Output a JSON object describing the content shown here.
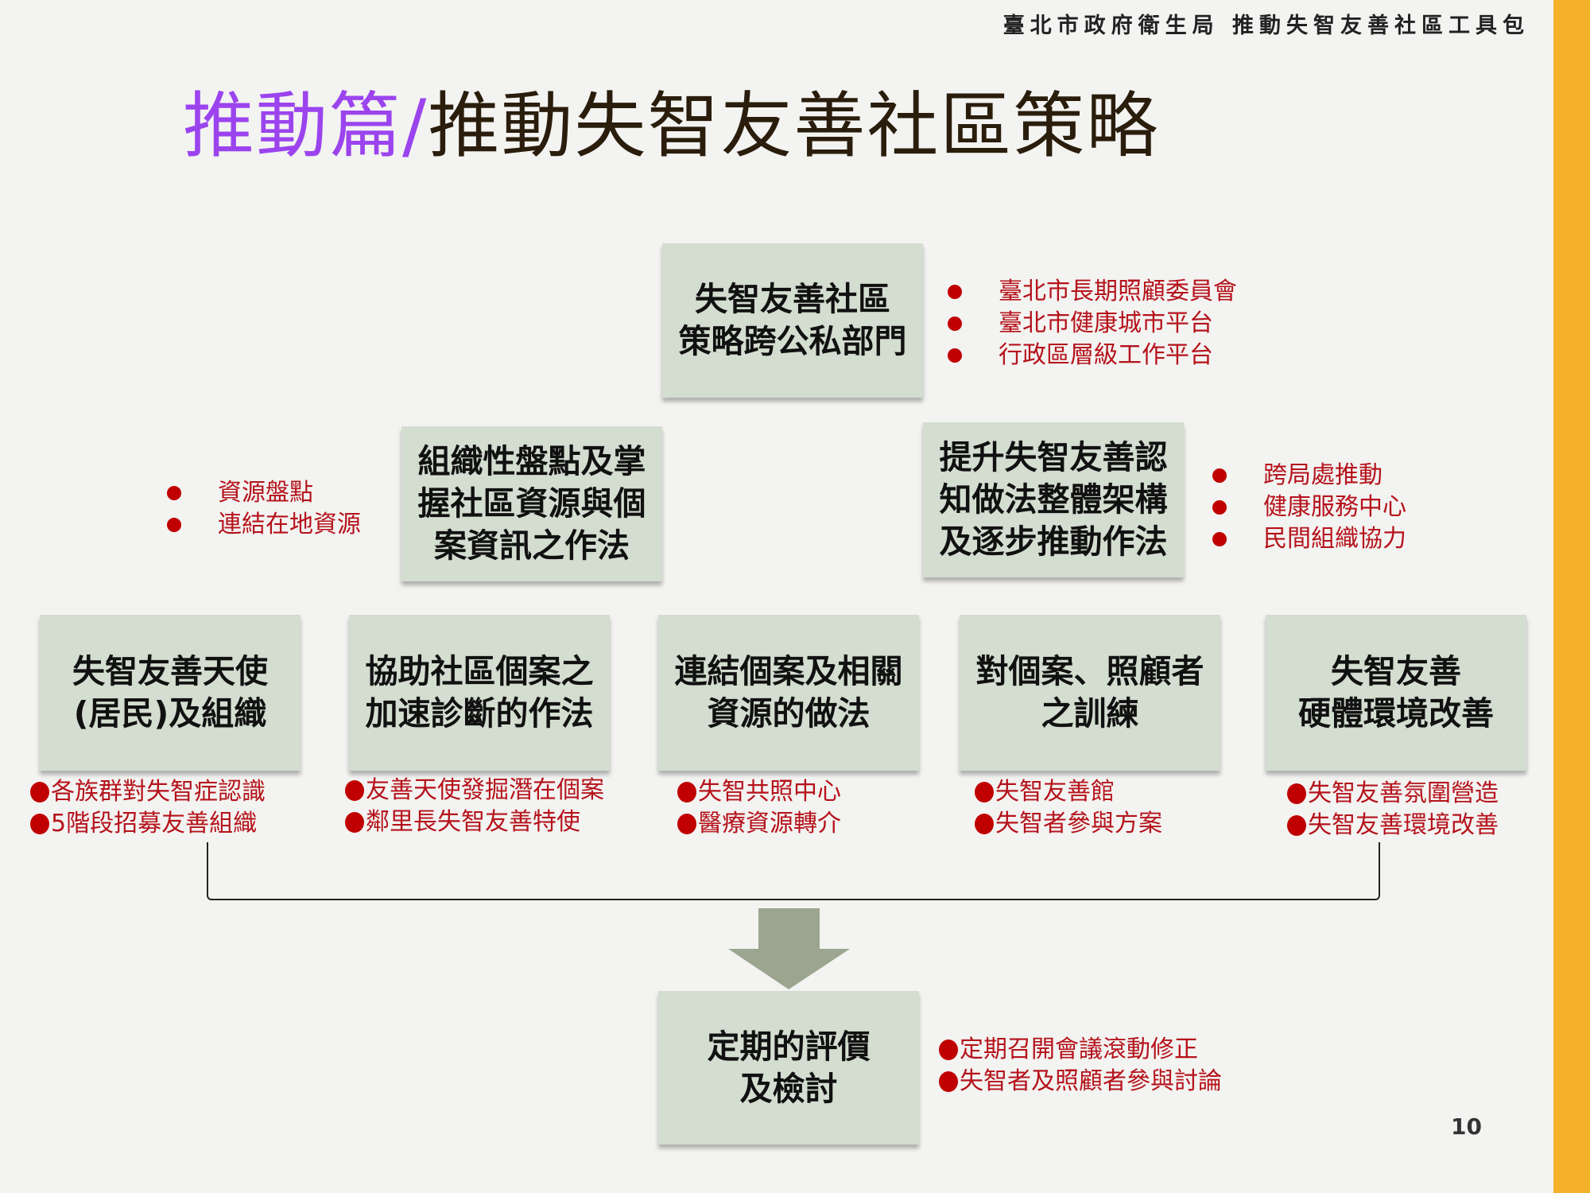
{
  "header": "臺北市政府衛生局  推動失智友善社區工具包",
  "title": {
    "prefix": "推動篇/",
    "main": "推動失智友善社區策略"
  },
  "top_box": {
    "lines": [
      "失智友善社區",
      "策略跨公私部門"
    ],
    "bullets": [
      "臺北市長期照顧委員會",
      "臺北市健康城市平台",
      "行政區層級工作平台"
    ]
  },
  "mid_left_box": {
    "lines": [
      "組織性盤點及掌",
      "握社區資源與個",
      "案資訊之作法"
    ],
    "bullets": [
      "資源盤點",
      "連結在地資源"
    ]
  },
  "mid_right_box": {
    "lines": [
      "提升失智友善認",
      "知做法整體架構",
      "及逐步推動作法"
    ],
    "bullets": [
      "跨局處推動",
      "健康服務中心",
      "民間組織協力"
    ]
  },
  "bottom_row": [
    {
      "lines": [
        "失智友善天使",
        "(居民)及組織"
      ],
      "bullets": [
        "各族群對失智症認識",
        "5階段招募友善組織"
      ]
    },
    {
      "lines": [
        "協助社區個案之",
        "加速診斷的作法"
      ],
      "bullets": [
        "友善天使發掘潛在個案",
        "鄰里長失智友善特使"
      ]
    },
    {
      "lines": [
        "連結個案及相關",
        "資源的做法"
      ],
      "bullets": [
        "失智共照中心",
        "醫療資源轉介"
      ]
    },
    {
      "lines": [
        "對個案、照顧者",
        "之訓練"
      ],
      "bullets": [
        "失智友善館",
        "失智者參與方案"
      ]
    },
    {
      "lines": [
        "失智友善",
        "硬體環境改善"
      ],
      "bullets": [
        "失智友善氛圍營造",
        "失智友善環境改善"
      ]
    }
  ],
  "final_box": {
    "lines": [
      "定期的評價",
      "及檢討"
    ],
    "bullets": [
      "定期召開會議滾動修正",
      "失智者及照顧者參與討論"
    ]
  },
  "page_number": "10",
  "colors": {
    "accent": "#f6b12a",
    "title_prefix": "#9b44ee",
    "bullet": "#c00000",
    "box": "#d3ddd0",
    "arrow": "#9ba58f"
  }
}
